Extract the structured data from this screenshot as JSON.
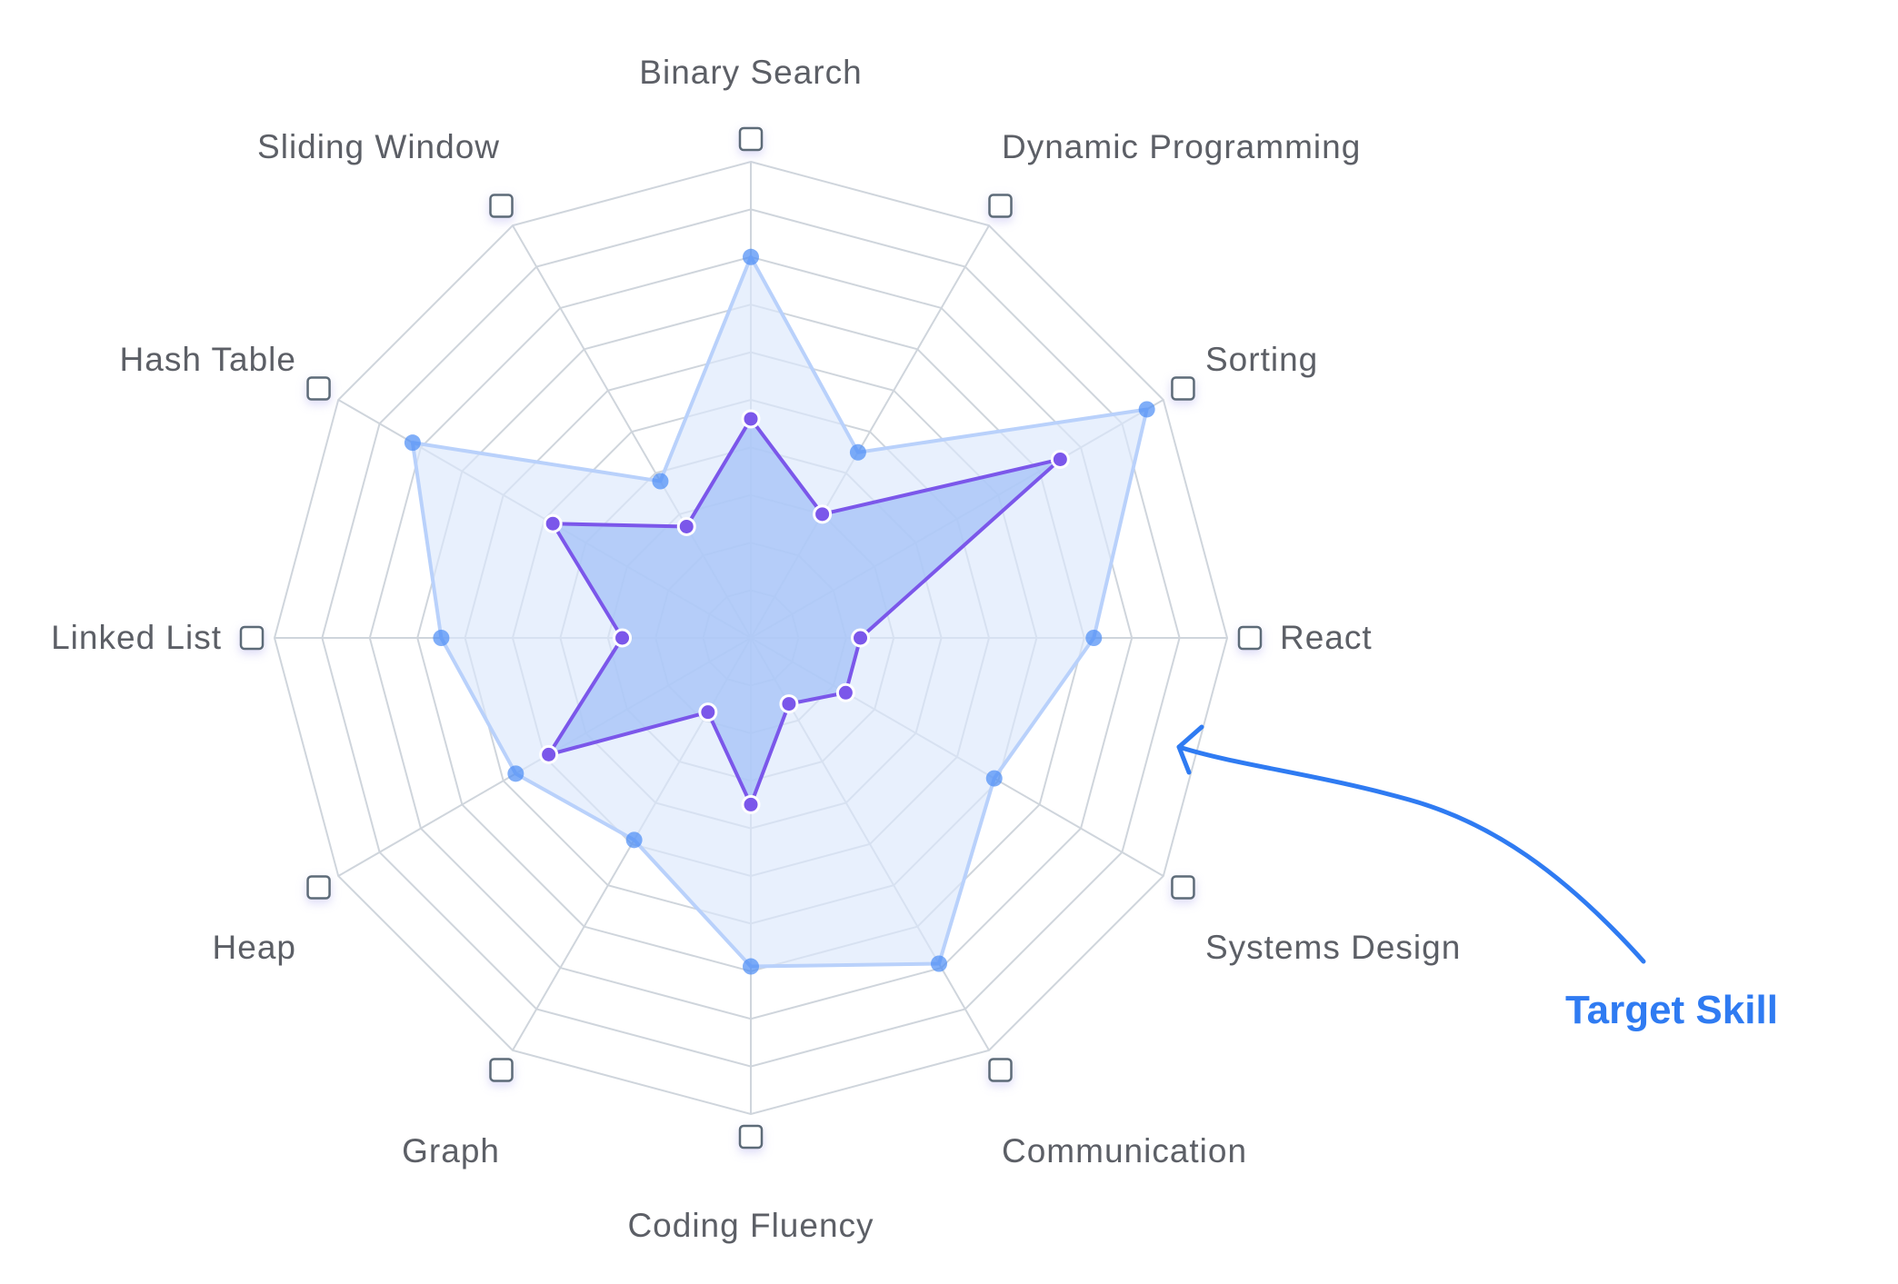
{
  "chart_data": {
    "type": "radar",
    "axes": [
      "Binary Search",
      "Dynamic Programming",
      "Sorting",
      "React",
      "Systems Design",
      "Communication",
      "Coding Fluency",
      "Graph",
      "Heap",
      "Linked List",
      "Hash Table",
      "Sliding Window"
    ],
    "range": [
      0,
      10
    ],
    "grid_levels": 10,
    "series": [
      {
        "role": "target",
        "values": [
          8.0,
          4.5,
          9.6,
          7.2,
          5.9,
          7.9,
          6.9,
          4.9,
          5.7,
          6.5,
          8.2,
          3.8
        ],
        "color": "#4a8cf5",
        "fill_color": "#dbe8fc"
      },
      {
        "role": "current",
        "values": [
          4.6,
          3.0,
          7.5,
          2.3,
          2.3,
          1.6,
          3.5,
          1.8,
          4.9,
          2.7,
          4.8,
          2.7
        ],
        "color": "#7b57ea",
        "fill_color": "#a8c4f7"
      }
    ],
    "annotation": {
      "text": "Target Skill",
      "color": "#2f7bf2",
      "points_to": "target"
    }
  }
}
